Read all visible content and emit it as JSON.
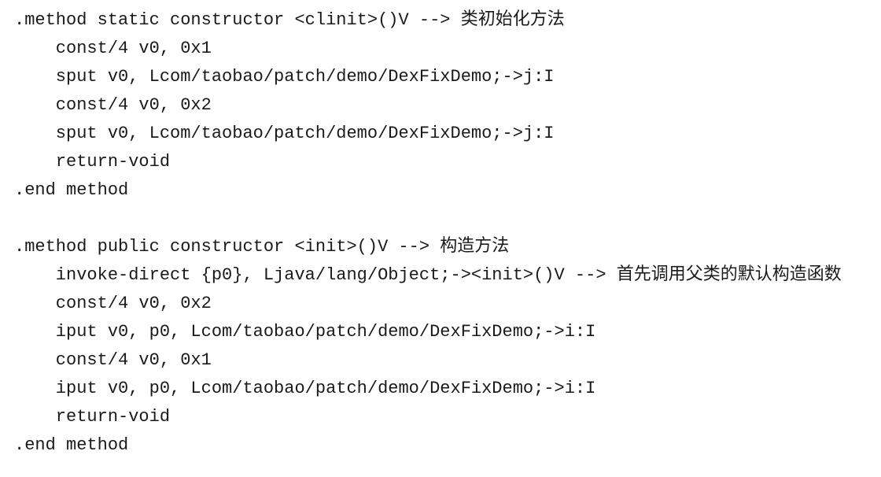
{
  "page": {
    "background_color": "#ffffff",
    "text_color": "#1a1a1a"
  },
  "code": {
    "language": "smali",
    "lines": [
      ".method static constructor <clinit>()V --> 类初始化方法",
      "    const/4 v0, 0x1",
      "    sput v0, Lcom/taobao/patch/demo/DexFixDemo;->j:I",
      "    const/4 v0, 0x2",
      "    sput v0, Lcom/taobao/patch/demo/DexFixDemo;->j:I",
      "    return-void",
      ".end method",
      "",
      ".method public constructor <init>()V --> 构造方法",
      "    invoke-direct {p0}, Ljava/lang/Object;-><init>()V --> 首先调用父类的默认构造函数",
      "    const/4 v0, 0x2",
      "    iput v0, p0, Lcom/taobao/patch/demo/DexFixDemo;->i:I",
      "    const/4 v0, 0x1",
      "    iput v0, p0, Lcom/taobao/patch/demo/DexFixDemo;->i:I",
      "    return-void",
      ".end method"
    ]
  }
}
